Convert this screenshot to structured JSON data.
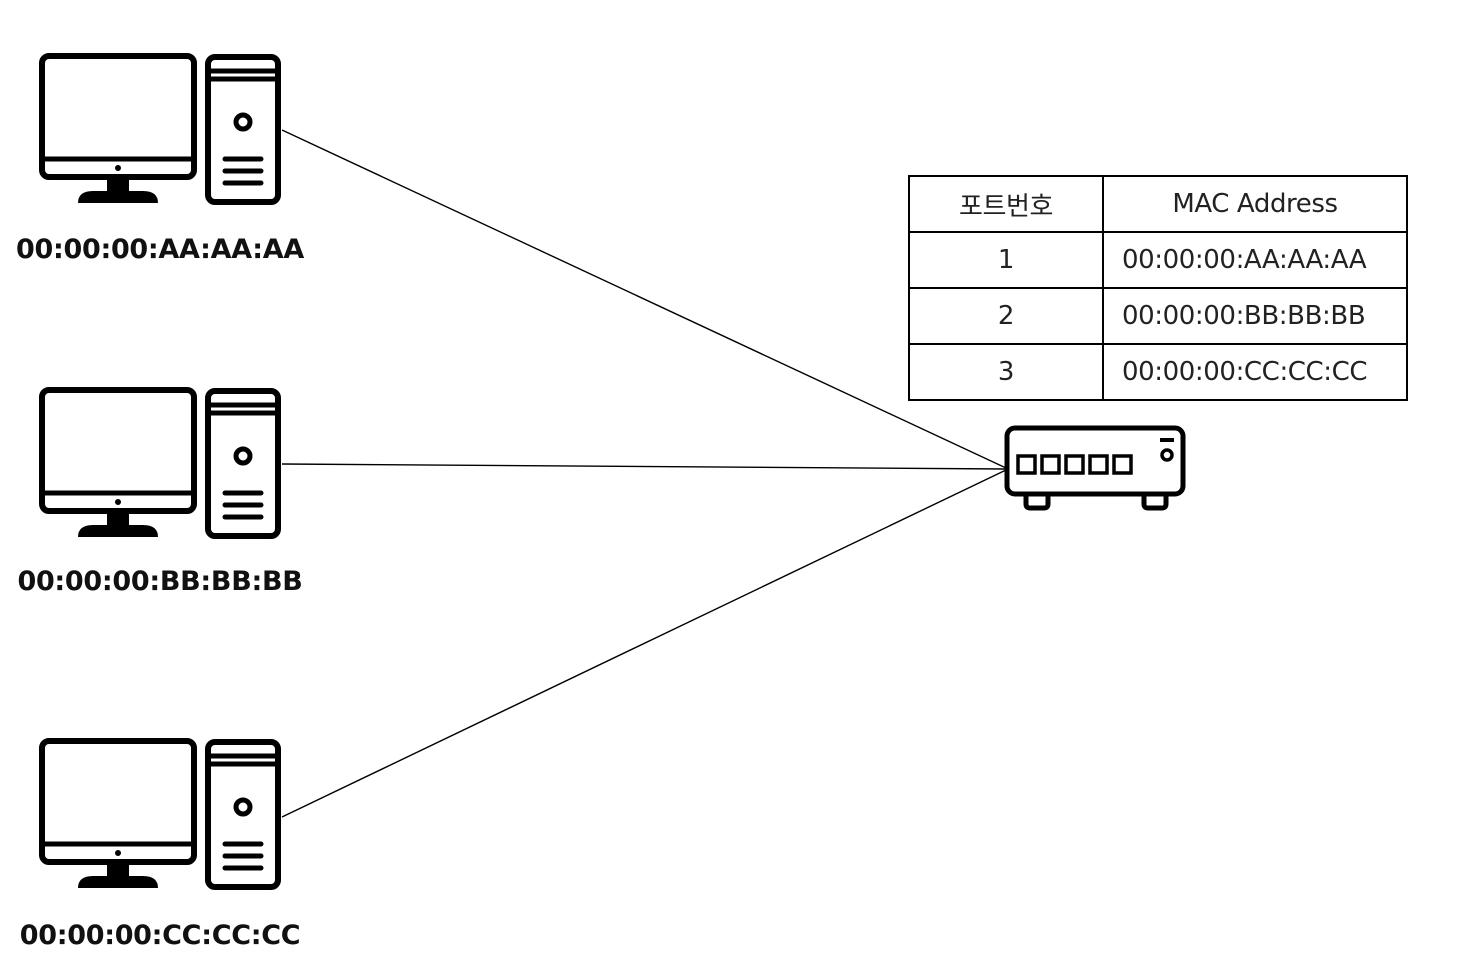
{
  "hosts": [
    {
      "mac": "00:00:00:AA:AA:AA"
    },
    {
      "mac": "00:00:00:BB:BB:BB"
    },
    {
      "mac": "00:00:00:CC:CC:CC"
    }
  ],
  "mac_table": {
    "headers": [
      "포트번호",
      "MAC Address"
    ],
    "rows": [
      {
        "port": "1",
        "mac": "00:00:00:AA:AA:AA"
      },
      {
        "port": "2",
        "mac": "00:00:00:BB:BB:BB"
      },
      {
        "port": "3",
        "mac": "00:00:00:CC:CC:CC"
      }
    ]
  },
  "icons": {
    "host": "desktop-computer-icon",
    "switch": "network-switch-icon"
  },
  "colors": {
    "line": "#000000",
    "background": "#ffffff"
  }
}
